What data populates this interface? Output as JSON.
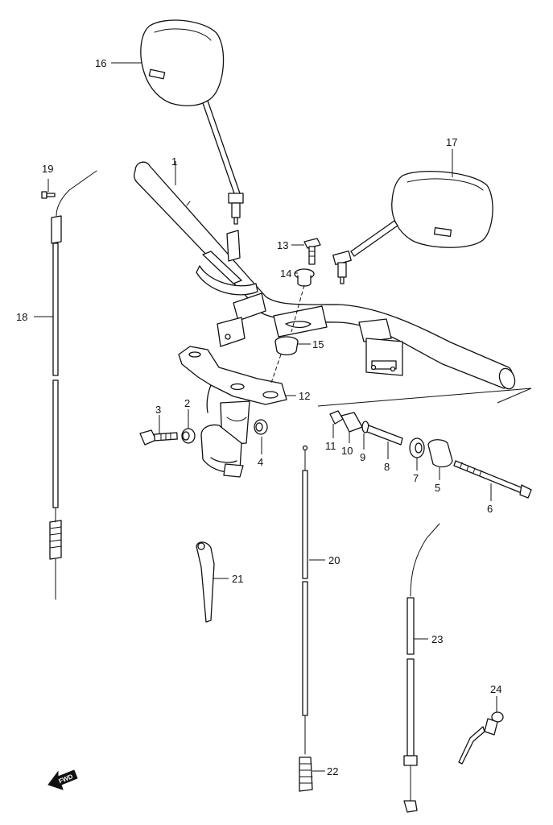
{
  "callouts": {
    "c1": "1",
    "c2": "2",
    "c3": "3",
    "c4": "4",
    "c5": "5",
    "c6": "6",
    "c7": "7",
    "c8": "8",
    "c9": "9",
    "c10": "10",
    "c11": "11",
    "c12": "12",
    "c13": "13",
    "c14": "14",
    "c15": "15",
    "c16": "16",
    "c17": "17",
    "c18": "18",
    "c19": "19",
    "c20": "20",
    "c21": "21",
    "c22": "22",
    "c23": "23",
    "c24": "24"
  },
  "fwd_marker": {
    "label": "FWD",
    "icon": "forward-arrow-icon"
  },
  "colors": {
    "line": "#111111",
    "background": "#ffffff"
  }
}
